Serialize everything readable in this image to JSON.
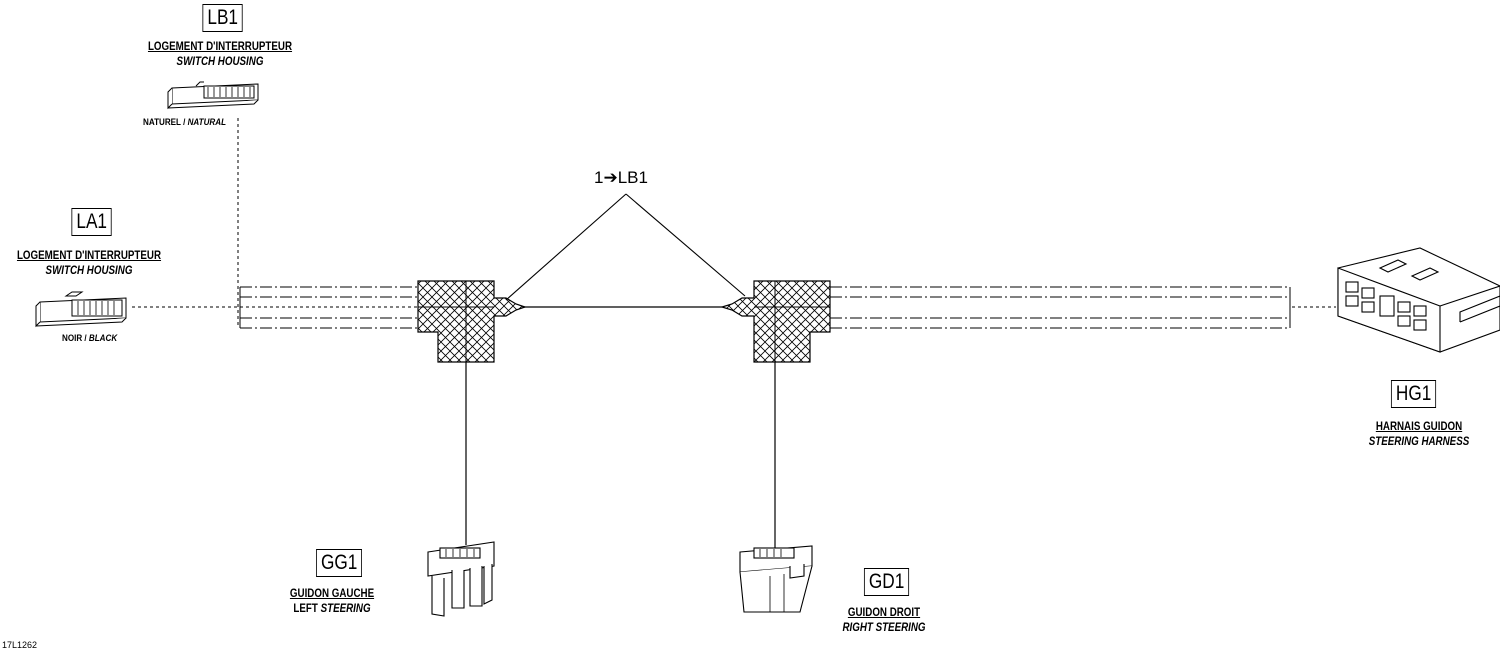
{
  "title": "",
  "connectors": {
    "lb1": {
      "code": "LB1",
      "name_fr": "LOGEMENT D'INTERRUPTEUR",
      "name_en": "SWITCH HOUSING",
      "color_fr": "NATUREL",
      "color_en": "NATURAL"
    },
    "la1": {
      "code": "LA1",
      "name_fr": "LOGEMENT D'INTERRUPTEUR",
      "name_en": "SWITCH HOUSING",
      "color_fr": "NOIR",
      "color_en": "BLACK"
    },
    "hg1": {
      "code": "HG1",
      "name_fr": "HARNAIS GUIDON",
      "name_en": "STEERING HARNESS"
    },
    "gg1": {
      "code": "GG1",
      "name_fr": "GUIDON GAUCHE",
      "name_en_prefix": "LEFT",
      "name_en": "STEERING"
    },
    "gd1": {
      "code": "GD1",
      "name_fr": "GUIDON DROIT",
      "name_en": "RIGHT STEERING"
    }
  },
  "callout": {
    "qty": "1",
    "arrow": "➔",
    "target": "LB1"
  },
  "drawing_ref": "17L1262",
  "colors": {
    "line": "#000000",
    "background": "#ffffff"
  }
}
